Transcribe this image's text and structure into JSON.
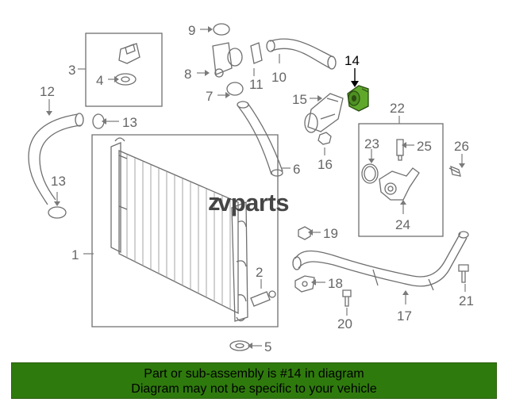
{
  "watermark": {
    "brand": "vparts",
    "prefix_glyph": "z"
  },
  "highlight_color": "#5fa82c",
  "banner_color": "#2f7a0d",
  "callouts": {
    "c1": "1",
    "c2": "2",
    "c3": "3",
    "c4": "4",
    "c5": "5",
    "c6": "6",
    "c7": "7",
    "c8": "8",
    "c9": "9",
    "c10": "10",
    "c11": "11",
    "c12": "12",
    "c13a": "13",
    "c13b": "13",
    "c14": "14",
    "c15": "15",
    "c16": "16",
    "c17": "17",
    "c18": "18",
    "c19": "19",
    "c20": "20",
    "c21": "21",
    "c22": "22",
    "c23": "23",
    "c24": "24",
    "c25": "25",
    "c26": "26"
  },
  "banner": {
    "line1": "Part or sub-assembly is #14 in diagram",
    "line2": "Diagram may not be specific to your vehicle"
  }
}
